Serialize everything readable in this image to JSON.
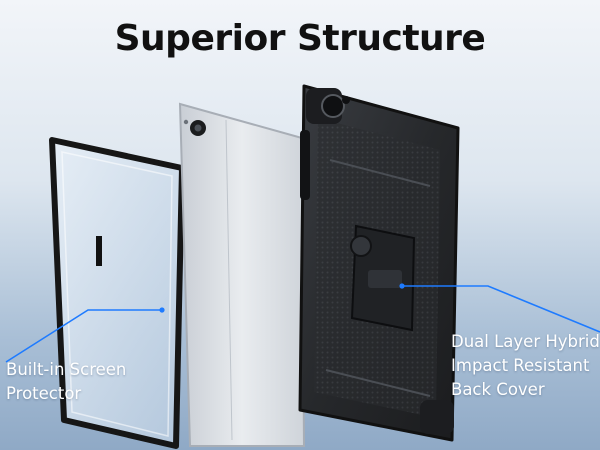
{
  "title": "Superior Structure",
  "callouts": {
    "screen_protector": [
      "Built-in Screen",
      "Protector"
    ],
    "back_cover": [
      "Dual Layer Hybrid",
      "Impact Resistant",
      "Back Cover"
    ]
  },
  "colors": {
    "callout_line": "#1e7bff",
    "case": "#2b2d30",
    "tablet": "#dfe3e8",
    "frame": "#1a1a1a"
  }
}
